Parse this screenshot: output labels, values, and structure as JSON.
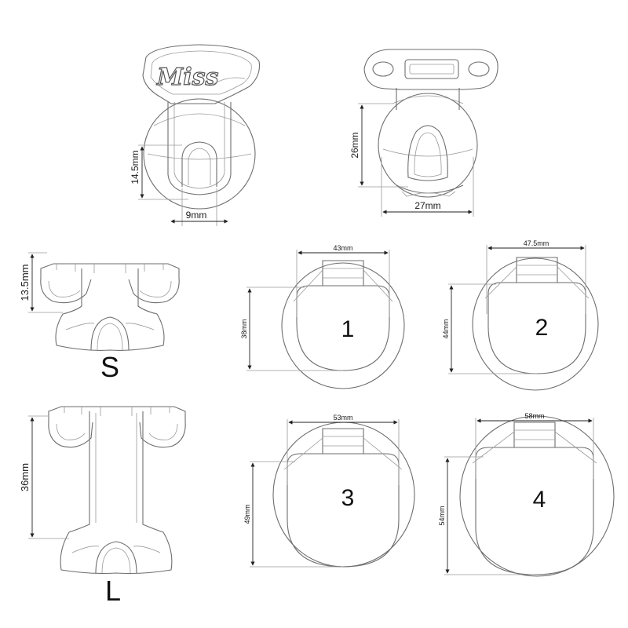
{
  "logo": {
    "text": "Miss"
  },
  "front_view": {
    "height": "14.5mm",
    "width": "9mm"
  },
  "back_view": {
    "height": "26mm",
    "width": "27mm"
  },
  "tubes": [
    {
      "size_label": "S",
      "height": "13.5mm"
    },
    {
      "size_label": "L",
      "height": "36mm"
    }
  ],
  "rings": [
    {
      "number": "1",
      "width": "43mm",
      "height": "38mm"
    },
    {
      "number": "2",
      "width": "47.5mm",
      "height": "44mm"
    },
    {
      "number": "3",
      "width": "53mm",
      "height": "49mm"
    },
    {
      "number": "4",
      "width": "58mm",
      "height": "54mm"
    }
  ]
}
